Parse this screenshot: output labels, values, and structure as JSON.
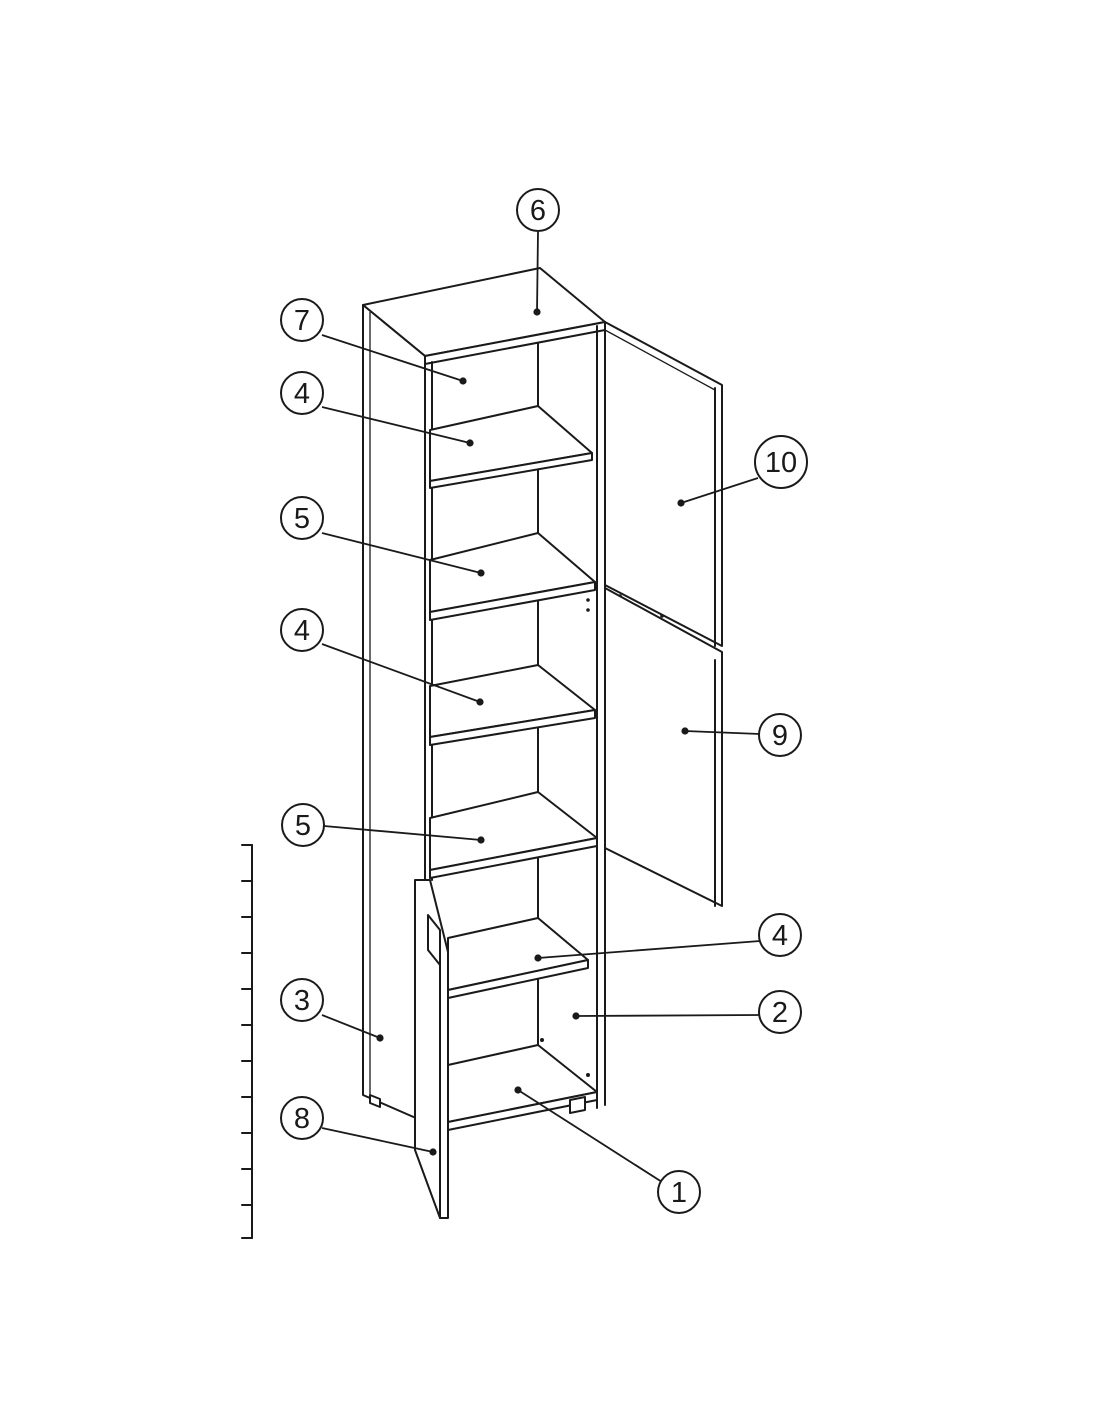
{
  "callouts": [
    {
      "id": "c6",
      "label": "6"
    },
    {
      "id": "c7",
      "label": "7"
    },
    {
      "id": "c4a",
      "label": "4"
    },
    {
      "id": "c5a",
      "label": "5"
    },
    {
      "id": "c4b",
      "label": "4"
    },
    {
      "id": "c5b",
      "label": "5"
    },
    {
      "id": "c3",
      "label": "3"
    },
    {
      "id": "c8",
      "label": "8"
    },
    {
      "id": "c10",
      "label": "10"
    },
    {
      "id": "c9",
      "label": "9"
    },
    {
      "id": "c4c",
      "label": "4"
    },
    {
      "id": "c2",
      "label": "2"
    },
    {
      "id": "c1",
      "label": "1"
    }
  ]
}
